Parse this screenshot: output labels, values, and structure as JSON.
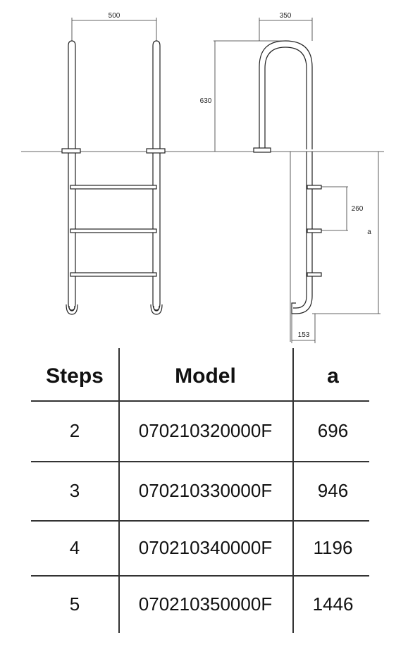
{
  "dimensions": {
    "width_front": "500",
    "width_side": "350",
    "height_above": "630",
    "step_spacing": "260",
    "depth_a": "a",
    "offset_bottom": "153"
  },
  "table": {
    "headers": [
      "Steps",
      "Model",
      "a"
    ],
    "rows": [
      {
        "steps": "2",
        "model": "070210320000F",
        "a": "696"
      },
      {
        "steps": "3",
        "model": "070210330000F",
        "a": "946"
      },
      {
        "steps": "4",
        "model": "070210340000F",
        "a": "1196"
      },
      {
        "steps": "5",
        "model": "070210350000F",
        "a": "1446"
      }
    ]
  }
}
